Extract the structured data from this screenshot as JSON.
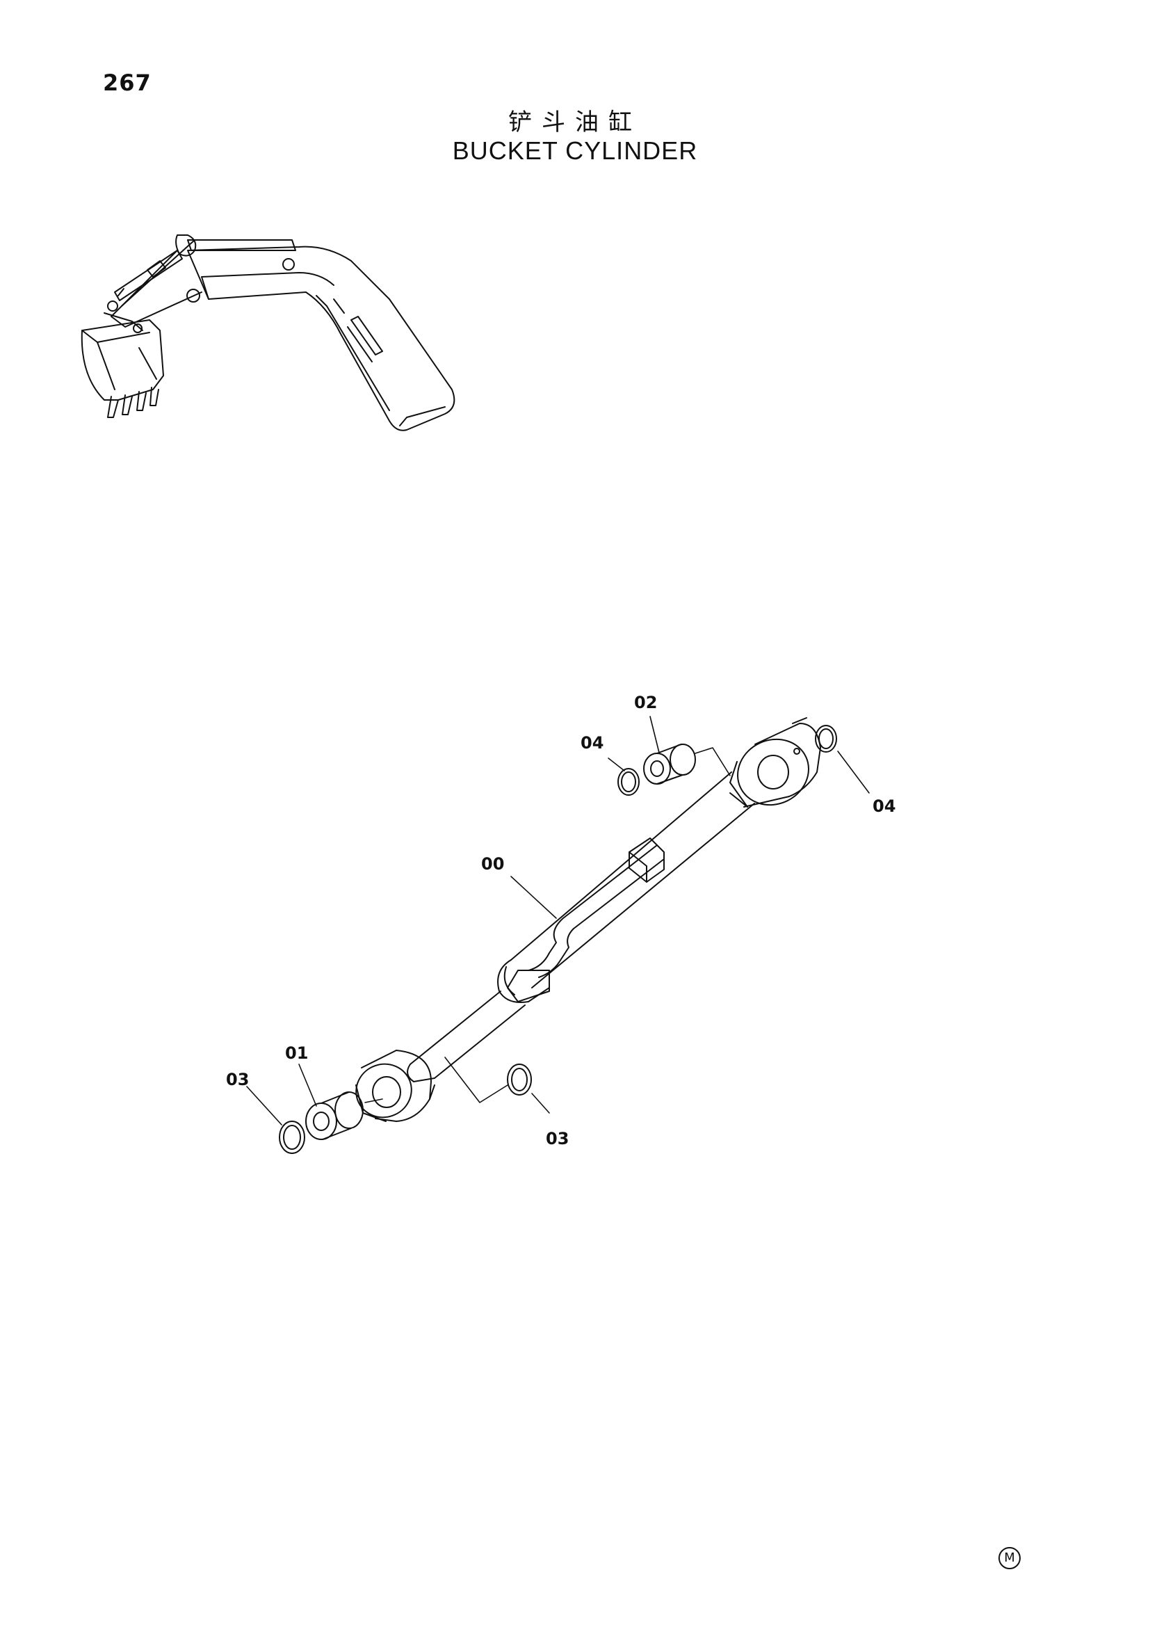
{
  "page_number": "267",
  "title_cn": "铲斗油缸",
  "title_en": "BUCKET CYLINDER",
  "callouts": {
    "c02": "02",
    "c04a": "04",
    "c04b": "04",
    "c00": "00",
    "c01": "01",
    "c03a": "03",
    "c03b": "03"
  },
  "corner_mark": "M"
}
